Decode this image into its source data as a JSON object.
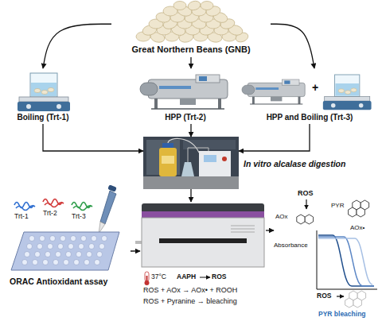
{
  "diagram": {
    "nodes": [
      {
        "text": [
          "Great Northern Beans (GNB)"
        ]
      },
      {
        "text": [
          "Boiling (Trt-1)"
        ]
      },
      {
        "text": [
          "HPP (Trt-2)"
        ]
      },
      {
        "text": [
          "HPP and Boiling (Trt-3)"
        ]
      },
      {
        "text": [
          "In vitro alcalase digestion"
        ]
      },
      {
        "text": [
          "ORAC Antioxidant assay"
        ]
      },
      {
        "text": [
          "37°C",
          "AAPH",
          "ROS",
          "ROS + AOx → AOx• + ROOH",
          "ROS + Pyranine → bleaching"
        ]
      },
      {
        "text": [
          "ROS",
          "AOx",
          "PYR",
          "AOx•",
          "Absorbance",
          "ROS",
          "PYR bleaching"
        ]
      }
    ],
    "edges": [
      {
        "from": 0,
        "to": 1,
        "arrow": "to"
      },
      {
        "from": 0,
        "to": 2,
        "arrow": "to"
      },
      {
        "from": 0,
        "to": 3,
        "arrow": "to"
      },
      {
        "from": 1,
        "to": 4,
        "arrow": "to"
      },
      {
        "from": 2,
        "to": 4,
        "arrow": "to"
      },
      {
        "from": 3,
        "to": 4,
        "arrow": "to"
      },
      {
        "from": 4,
        "to": 6,
        "arrow": "to"
      },
      {
        "from": 5,
        "to": 6,
        "arrow": "to"
      },
      {
        "from": 6,
        "to": 7,
        "arrow": "to"
      }
    ],
    "labels": [
      "+",
      "Trt-1",
      "Trt-2",
      "Trt-3"
    ]
  }
}
